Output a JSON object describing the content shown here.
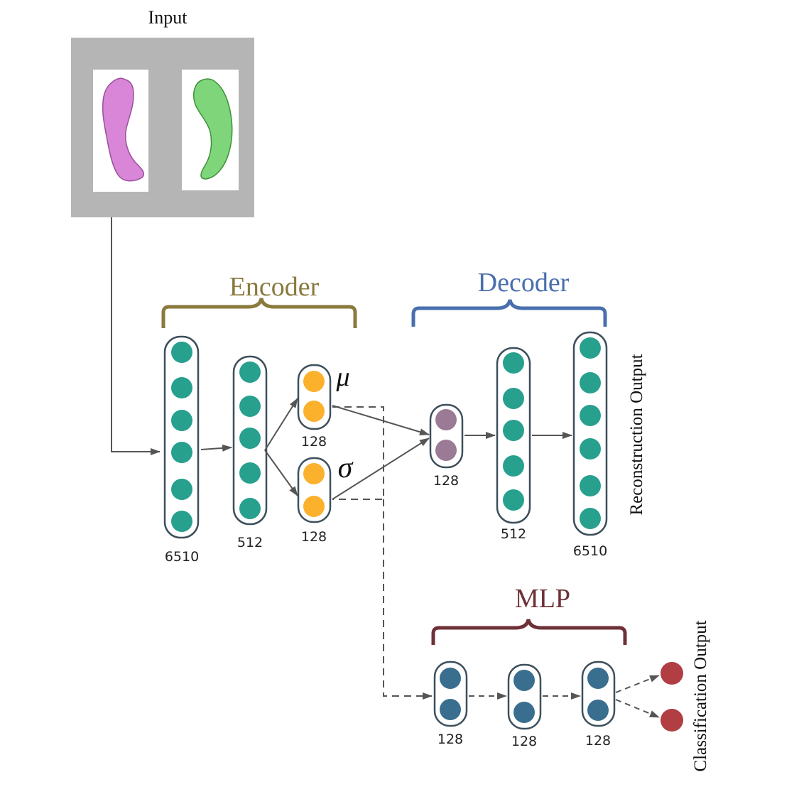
{
  "labels": {
    "input": "Input",
    "encoder": "Encoder",
    "decoder": "Decoder",
    "mlp": "MLP",
    "reconstruction_output": "Reconstruction Output",
    "classification_output": "Classification Output",
    "mu": "μ",
    "sigma": "σ"
  },
  "sizes": {
    "enc1": "6510",
    "enc2": "512",
    "mu": "128",
    "sigma": "128",
    "latent": "128",
    "dec1": "512",
    "dec2": "6510",
    "mlp1": "128",
    "mlp2": "128",
    "mlp3": "128"
  },
  "colors": {
    "brace_encoder": "#8a7a3e",
    "brace_decoder": "#4a6fae",
    "brace_mlp": "#6e3138",
    "node_teal": "#27a08e",
    "node_yellow": "#fbb12c",
    "node_latent": "#9b7a96",
    "node_mlp": "#3a6e8e",
    "node_output": "#b03e42",
    "arrow": "#555555",
    "input_panel": "#b5b5b5",
    "shape_left": "#d985d8",
    "shape_right": "#7fd67a"
  }
}
